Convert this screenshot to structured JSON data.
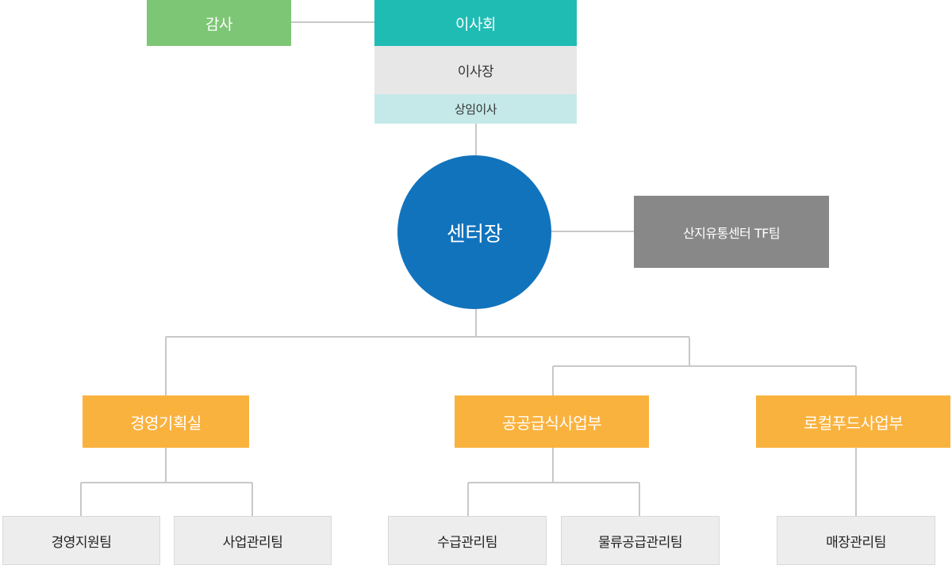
{
  "governance": {
    "audit": "감사",
    "board": "이사회",
    "chairman": "이사장",
    "executive_director": "상임이사"
  },
  "center": {
    "director": "센터장",
    "tf_team": "산지유통센터 TF팀"
  },
  "departments": [
    {
      "name": "경영기획실",
      "teams": [
        "경영지원팀",
        "사업관리팀"
      ]
    },
    {
      "name": "공공급식사업부",
      "teams": [
        "수급관리팀",
        "물류공급관리팀"
      ]
    },
    {
      "name": "로컬푸드사업부",
      "teams": [
        "매장관리팀"
      ]
    }
  ],
  "colors": {
    "audit": "#7dc675",
    "board": "#1fbcb4",
    "chairman": "#e7e7e7",
    "executive_director": "#c4e9e8",
    "director": "#1273bd",
    "tf_team": "#888888",
    "department": "#fab23e",
    "team": "#ededed",
    "connector": "#c8c8c8"
  }
}
